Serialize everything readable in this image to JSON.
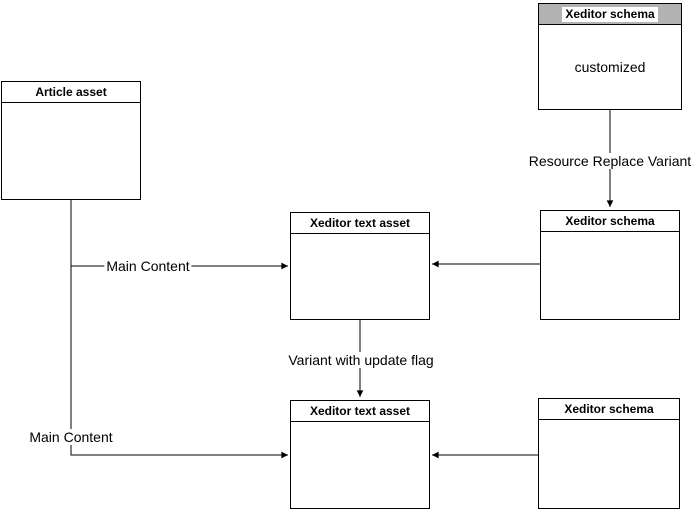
{
  "diagram": {
    "nodes": [
      {
        "id": "xeditor-schema-customized",
        "title": "Xeditor schema",
        "body": "customized",
        "header_selected": true
      },
      {
        "id": "article-asset",
        "title": "Article asset",
        "body": ""
      },
      {
        "id": "xeditor-text-asset-mid",
        "title": "Xeditor text asset",
        "body": ""
      },
      {
        "id": "xeditor-schema-mid",
        "title": "Xeditor schema",
        "body": ""
      },
      {
        "id": "xeditor-text-asset-bottom",
        "title": "Xeditor text asset",
        "body": ""
      },
      {
        "id": "xeditor-schema-bottom",
        "title": "Xeditor schema",
        "body": ""
      }
    ],
    "edges": [
      {
        "from": "xeditor-schema-customized",
        "to": "xeditor-schema-mid",
        "label": "Resource Replace Variant"
      },
      {
        "from": "article-asset",
        "to": "xeditor-text-asset-mid",
        "label": "Main Content"
      },
      {
        "from": "article-asset",
        "to": "xeditor-text-asset-bottom",
        "label": "Main Content"
      },
      {
        "from": "xeditor-schema-mid",
        "to": "xeditor-text-asset-mid",
        "label": ""
      },
      {
        "from": "xeditor-text-asset-mid",
        "to": "xeditor-text-asset-bottom",
        "label": "Variant with update flag"
      },
      {
        "from": "xeditor-schema-bottom",
        "to": "xeditor-text-asset-bottom",
        "label": ""
      }
    ],
    "colors": {
      "line": "#000000",
      "box_border": "#000000",
      "box_fill": "#ffffff",
      "selected_header_fill": "#b3b3b3"
    }
  }
}
